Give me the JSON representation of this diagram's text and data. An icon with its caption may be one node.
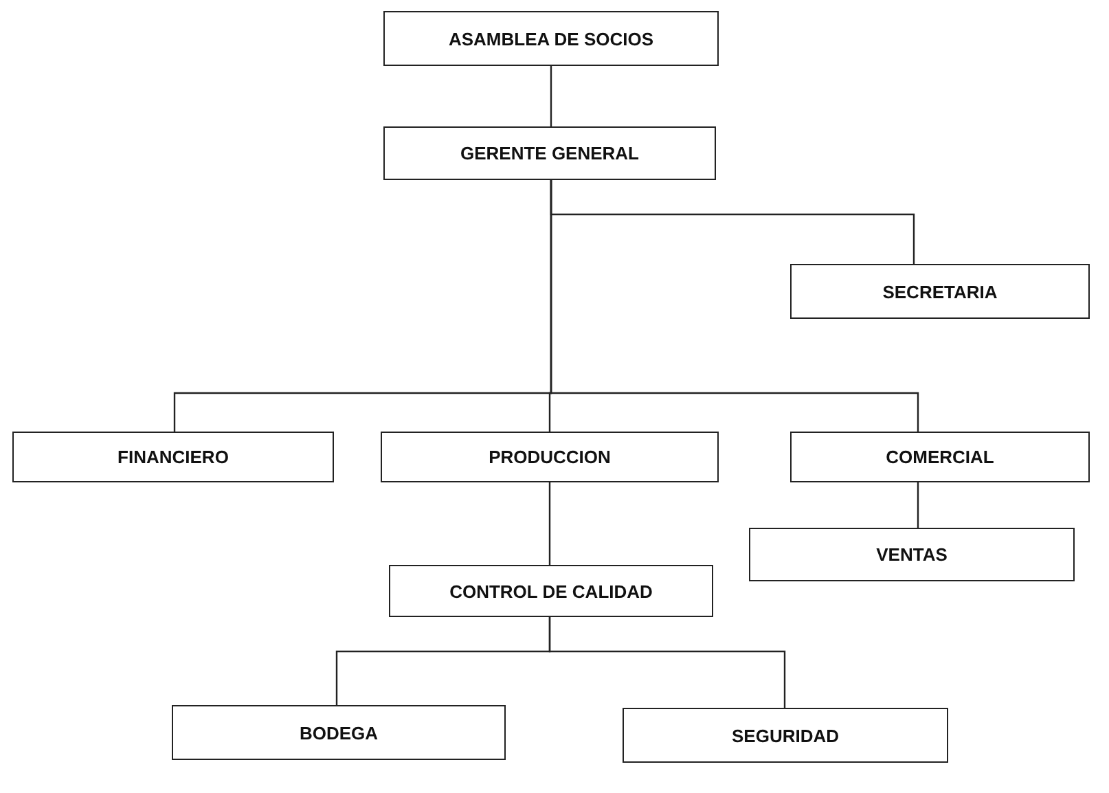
{
  "diagram": {
    "nodes": [
      {
        "text": [
          "ASAMBLEA DE SOCIOS"
        ]
      },
      {
        "text": [
          "GERENTE GENERAL"
        ]
      },
      {
        "text": [
          "SECRETARIA"
        ]
      },
      {
        "text": [
          "FINANCIERO"
        ]
      },
      {
        "text": [
          "PRODUCCION"
        ]
      },
      {
        "text": [
          "COMERCIAL"
        ]
      },
      {
        "text": [
          "VENTAS"
        ]
      },
      {
        "text": [
          "CONTROL DE CALIDAD"
        ]
      },
      {
        "text": [
          "BODEGA"
        ]
      },
      {
        "text": [
          "SEGURIDAD"
        ]
      }
    ],
    "edges": [
      {
        "from": 0,
        "to": 1,
        "arrow": "none"
      },
      {
        "from": 1,
        "to": 2,
        "arrow": "none"
      },
      {
        "from": 1,
        "to": 3,
        "arrow": "none"
      },
      {
        "from": 1,
        "to": 4,
        "arrow": "none"
      },
      {
        "from": 1,
        "to": 5,
        "arrow": "none"
      },
      {
        "from": 5,
        "to": 6,
        "arrow": "none"
      },
      {
        "from": 4,
        "to": 7,
        "arrow": "none"
      },
      {
        "from": 7,
        "to": 8,
        "arrow": "none"
      },
      {
        "from": 7,
        "to": 9,
        "arrow": "none"
      }
    ]
  }
}
